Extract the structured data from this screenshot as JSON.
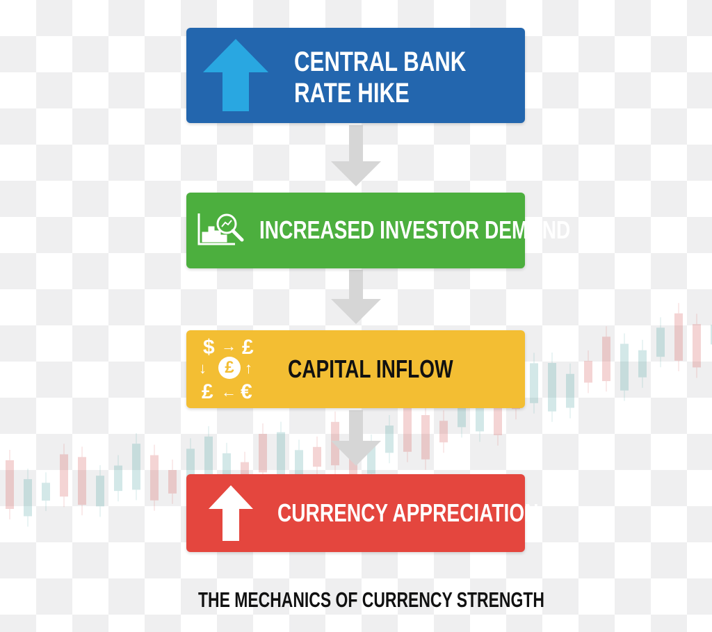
{
  "steps": [
    {
      "line1": "CENTRAL BANK",
      "line2": "RATE HIKE",
      "color": "#2366ae",
      "icon": "arrow-up-icon"
    },
    {
      "label": "INCREASED INVESTOR DEMAND",
      "color": "#4caf3e",
      "icon": "chart-magnifier-icon"
    },
    {
      "label": "CAPITAL INFLOW",
      "color": "#f3be33",
      "icon": "currency-exchange-icon"
    },
    {
      "label": "CURRENCY APPRECIATION",
      "color": "#e4463e",
      "icon": "arrow-up-icon"
    }
  ],
  "currency_symbols": {
    "dollar": "$",
    "pound": "£",
    "euro": "€"
  },
  "caption": "THE MECHANICS OF CURRENCY STRENGTH",
  "connector_color": "#d6d6d6",
  "arrow_blue": "#29a7e1"
}
